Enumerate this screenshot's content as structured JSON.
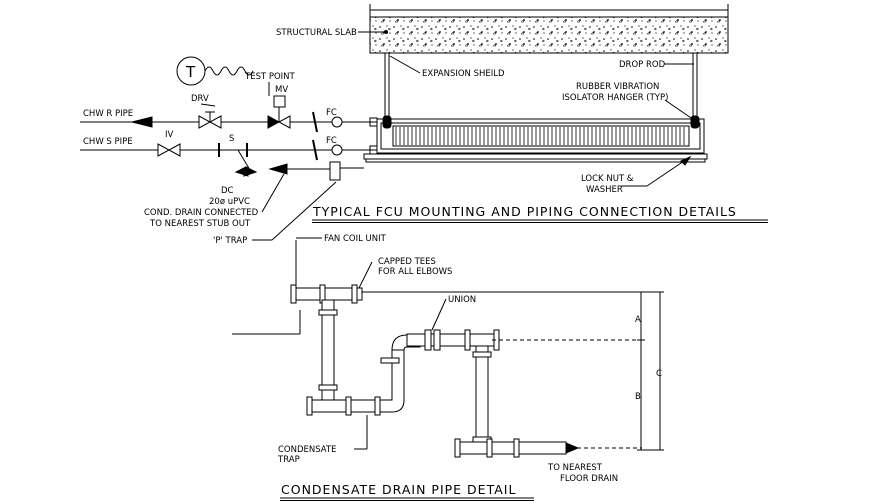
{
  "fcu_detail": {
    "title": "TYPICAL FCU MOUNTING AND PIPING CONNECTION DETAILS",
    "labels": {
      "structural_slab": "STRUCTURAL SLAB",
      "expansion_shield": "EXPANSION SHEILD",
      "drop_rod": "DROP ROD",
      "rubber_line1": "RUBBER VIBRATION",
      "rubber_line2": "ISOLATOR HANGER (TYP)",
      "test_point": "TEST POINT",
      "thermostat": "T",
      "mv": "MV",
      "drv": "DRV",
      "chw_r": "CHW R PIPE",
      "chw_s": "CHW S PIPE",
      "iv": "IV",
      "s": "S",
      "fc1": "FC",
      "fc2": "FC",
      "dc": "DC",
      "pipe_size": "20ø uPVC",
      "cond_line1": "COND. DRAIN CONNECTED",
      "cond_line2": "TO NEAREST STUB OUT",
      "p_trap": "'P' TRAP",
      "lock_line1": "LOCK NUT &",
      "lock_line2": "WASHER"
    }
  },
  "drain_detail": {
    "title": "CONDENSATE DRAIN PIPE DETAIL",
    "labels": {
      "fan_coil_unit": "FAN COIL UNIT",
      "capped_line1": "CAPPED TEES",
      "capped_line2": "FOR ALL ELBOWS",
      "union": "UNION",
      "dim_a": "A",
      "dim_b": "B",
      "dim_c": "C",
      "cond_trap_line1": "CONDENSATE",
      "cond_trap_line2": "TRAP",
      "floor_line1": "TO NEAREST",
      "floor_line2": "FLOOR DRAIN"
    }
  }
}
